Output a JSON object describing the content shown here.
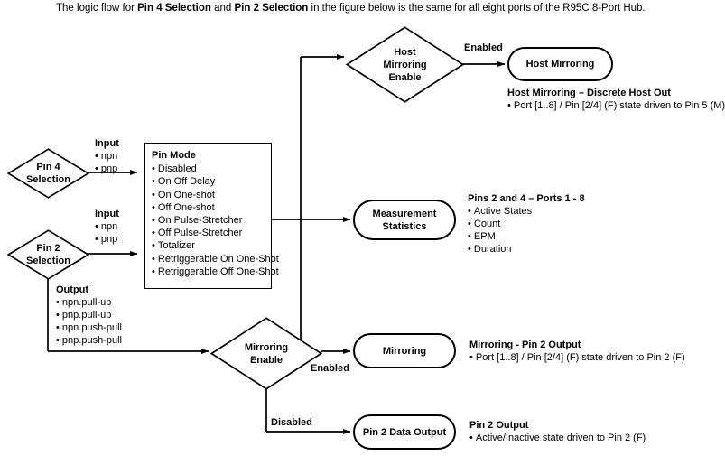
{
  "caption": {
    "pre": "The logic flow for ",
    "b1": "Pin 4 Selection",
    "mid": " and ",
    "b2": "Pin 2 Selection",
    "post": " in the figure below is the same for all eight ports of the R95C 8-Port Hub."
  },
  "nodes": {
    "pin4_selection": {
      "line1": "Pin 4",
      "line2": "Selection"
    },
    "pin2_selection": {
      "line1": "Pin 2",
      "line2": "Selection"
    },
    "host_mirroring_enable": {
      "line1": "Host",
      "line2": "Mirroring",
      "line3": "Enable"
    },
    "mirroring_enable": {
      "line1": "Mirroring",
      "line2": "Enable"
    },
    "host_mirroring": {
      "label": "Host Mirroring"
    },
    "measurement_statistics": {
      "label": "Measurement\nStatistics"
    },
    "mirroring": {
      "label": "Mirroring"
    },
    "pin2_data_output": {
      "label": "Pin 2 Data Output"
    }
  },
  "pin_mode": {
    "title": "Pin Mode",
    "items": [
      "Disabled",
      "On Off Delay",
      "On One-shot",
      "Off One-shot",
      "On Pulse-Stretcher",
      "Off Pulse-Stretcher",
      "Totalizer",
      "Retriggerable On One-Shot",
      "Retriggerable Off One-Shot"
    ]
  },
  "annotations": {
    "pin4_input": {
      "title": "Input",
      "items": [
        "npn",
        "pnp"
      ]
    },
    "pin2_input": {
      "title": "Input",
      "items": [
        "npn",
        "pnp"
      ]
    },
    "pin2_output": {
      "title": "Output",
      "items": [
        "npn.pull-up",
        "pnp.pull-up",
        "npn.push-pull",
        "pnp.push-pull"
      ]
    }
  },
  "notes": {
    "host_mirroring": {
      "title": "Host Mirroring – Discrete Host Out",
      "items": [
        "Port [1..8] / Pin [2/4] (F) state driven to Pin 5 (M)"
      ]
    },
    "measurement_statistics": {
      "title": "Pins 2 and 4 – Ports 1 - 8",
      "items": [
        "Active States",
        "Count",
        "EPM",
        "Duration"
      ]
    },
    "mirroring": {
      "title": "Mirroring - Pin 2 Output",
      "items": [
        "Port [1..8] / Pin [2/4] (F) state driven to Pin 2 (F)"
      ]
    },
    "pin2_output": {
      "title": "Pin 2 Output",
      "items": [
        "Active/Inactive state driven to Pin 2 (F)"
      ]
    }
  },
  "edge_labels": {
    "host_enabled": "Enabled",
    "mirroring_enabled": "Enabled",
    "mirroring_disabled": "Disabled"
  },
  "colors": {
    "stroke": "#000000",
    "background": "#ffffff"
  }
}
